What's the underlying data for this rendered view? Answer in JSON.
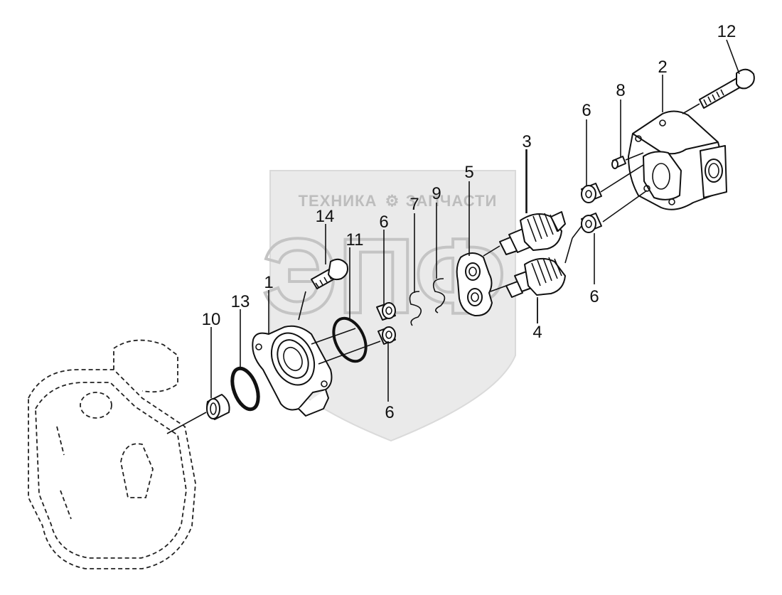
{
  "watermark": {
    "brand_left": "ТЕХНИКА",
    "brand_right": "ЗАПЧАСТИ",
    "logo_letters": "ЭПФ"
  },
  "callouts": [
    {
      "id": "c1",
      "label": "1"
    },
    {
      "id": "c2",
      "label": "2"
    },
    {
      "id": "c3",
      "label": "3"
    },
    {
      "id": "c4",
      "label": "4"
    },
    {
      "id": "c5",
      "label": "5"
    },
    {
      "id": "c6a",
      "label": "6"
    },
    {
      "id": "c6b",
      "label": "6"
    },
    {
      "id": "c6c",
      "label": "6"
    },
    {
      "id": "c6d",
      "label": "6"
    },
    {
      "id": "c7",
      "label": "7"
    },
    {
      "id": "c8",
      "label": "8"
    },
    {
      "id": "c9",
      "label": "9"
    },
    {
      "id": "c10",
      "label": "10"
    },
    {
      "id": "c11",
      "label": "11"
    },
    {
      "id": "c12",
      "label": "12"
    },
    {
      "id": "c13",
      "label": "13"
    },
    {
      "id": "c14",
      "label": "14"
    }
  ]
}
